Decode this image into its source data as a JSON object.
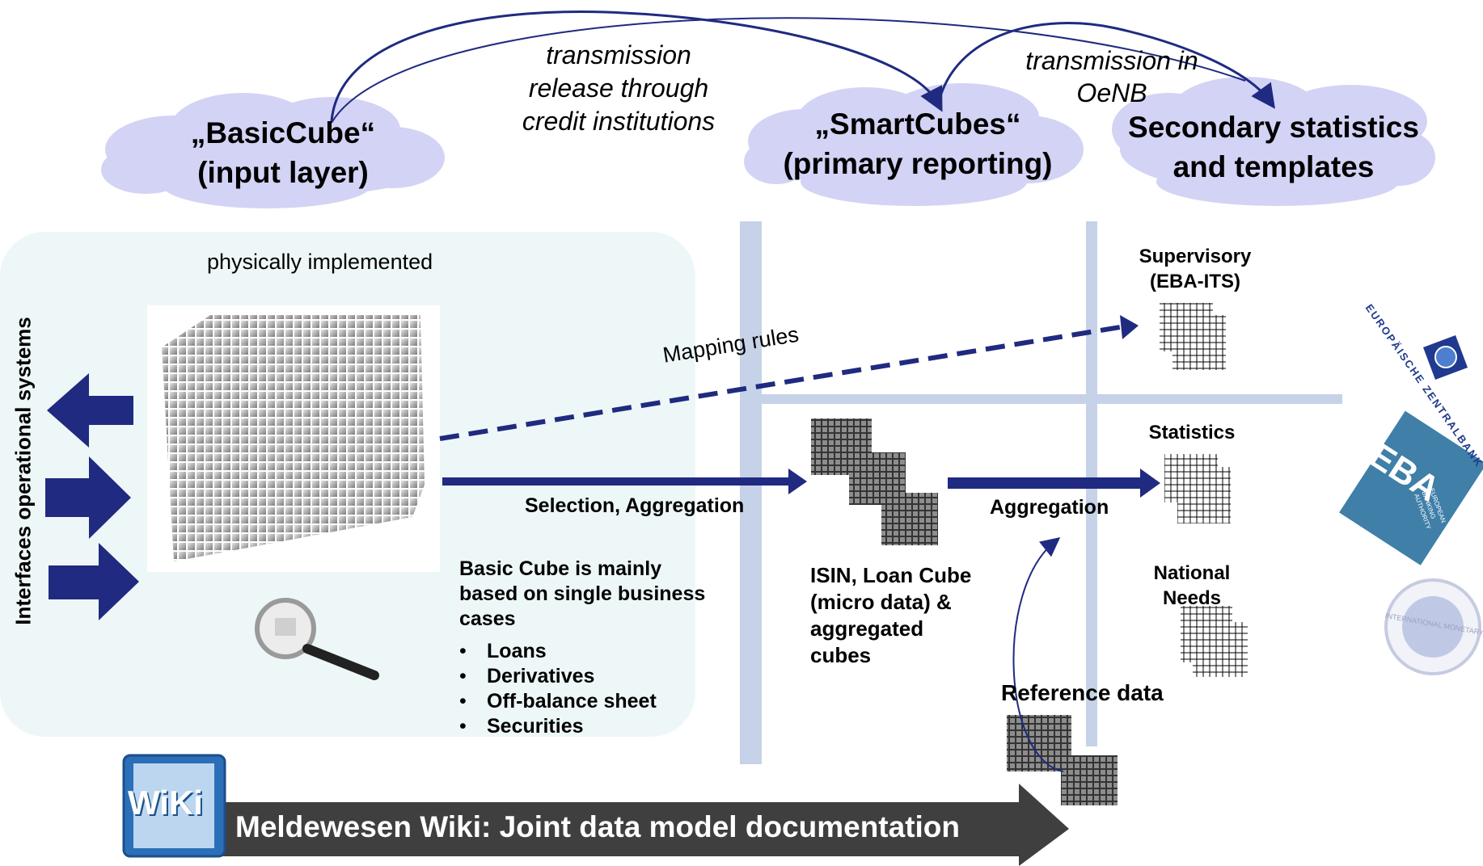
{
  "clouds": {
    "basic": {
      "line1": "„BasicCube“",
      "line2": "(input layer)"
    },
    "smart": {
      "line1": "„SmartCubes“",
      "line2": "(primary reporting)"
    },
    "secondary": {
      "line1": "Secondary statistics",
      "line2": "and templates"
    }
  },
  "arrows_top": {
    "transmission_release": [
      "transmission",
      "release through",
      "credit institutions"
    ],
    "transmission_oenb": [
      "transmission in",
      "OeNB"
    ]
  },
  "left_panel": {
    "physically_implemented": "physically implemented",
    "interfaces_label": "Interfaces operational systems",
    "basic_cube_description": [
      "Basic Cube is mainly",
      "based on single business",
      "cases"
    ],
    "bullets": [
      "Loans",
      "Derivatives",
      "Off-balance sheet",
      "Securities"
    ]
  },
  "flows": {
    "mapping_rules": "Mapping rules",
    "selection_aggregation": "Selection, Aggregation",
    "aggregation": "Aggregation"
  },
  "middle": {
    "cube_label": [
      "ISIN, Loan Cube",
      "(micro data) &",
      "aggregated",
      "cubes"
    ],
    "reference_data": "Reference data"
  },
  "outputs": {
    "supervisory": [
      "Supervisory",
      "(EBA-ITS)"
    ],
    "statistics": "Statistics",
    "national": [
      "National",
      "Needs"
    ]
  },
  "logos": {
    "ecb": "EUROPÄISCHE ZENTRALBANK",
    "eba": "EBA",
    "eba_sub": [
      "EUROPEAN",
      "BANKING",
      "AUTHORITY"
    ],
    "imf": "INTERNATIONAL MONETARY FUND"
  },
  "wiki": {
    "icon_text": "WiKi",
    "banner": "Meldewesen Wiki: Joint data model documentation"
  },
  "colors": {
    "navy": "#1f2a80",
    "cloud": "#d3d3f5",
    "panel": "#eef7f7",
    "bar": "#c6d2e8",
    "banner": "#3f3f3f",
    "eba_blue": "#3f7fa8"
  }
}
